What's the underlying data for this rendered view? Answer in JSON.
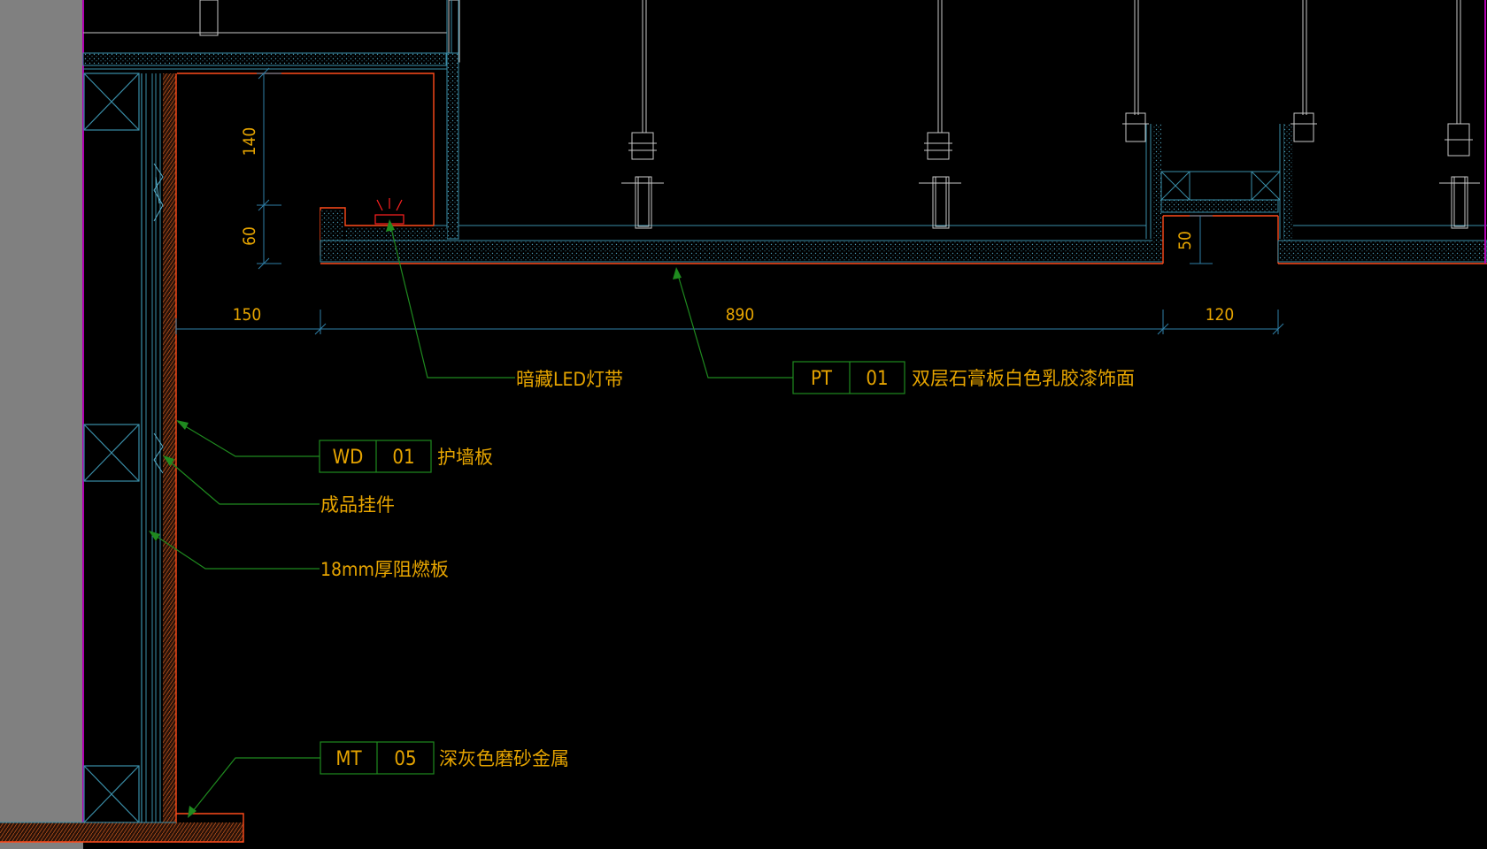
{
  "dimensions": {
    "d140": "140",
    "d60": "60",
    "d150": "150",
    "d890": "890",
    "d120": "120",
    "d50": "50"
  },
  "callouts": {
    "led": {
      "text": "暗藏LED灯带"
    },
    "pt": {
      "code": "PT",
      "num": "01",
      "desc": "双层石膏板白色乳胶漆饰面"
    },
    "wd": {
      "code": "WD",
      "num": "01",
      "desc": "护墙板"
    },
    "hanger": {
      "text": "成品挂件"
    },
    "board": {
      "text": "18mm厚阻燃板"
    },
    "mt": {
      "code": "MT",
      "num": "05",
      "desc": "深灰色磨砂金属"
    }
  },
  "colors": {
    "background": "#000000",
    "wall_grey": "#808080",
    "cad_cyan": "#3a8ea8",
    "dim_line": "#2f7fa8",
    "text_yellow": "#e6a400",
    "leader_green": "#1f8a1f",
    "finish_red": "#ff4a1a",
    "led_red": "#ff2020",
    "magenta": "#b000b0",
    "white_line": "#c8c8c8"
  }
}
